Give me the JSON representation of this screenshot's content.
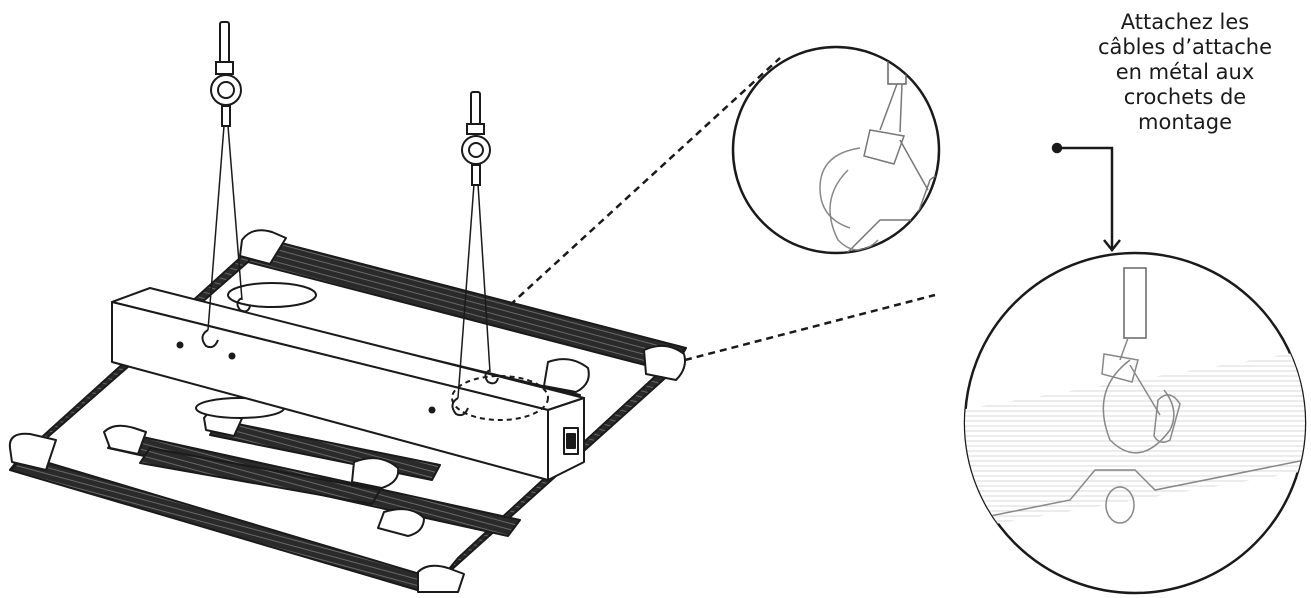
{
  "caption": {
    "lines": [
      "Attachez les",
      "câbles d’attache",
      "en métal aux",
      "crochets de",
      "montage"
    ]
  },
  "colors": {
    "ink": "#1a1a1a",
    "bar_fill": "#2a2a2a",
    "background": "#ffffff"
  }
}
